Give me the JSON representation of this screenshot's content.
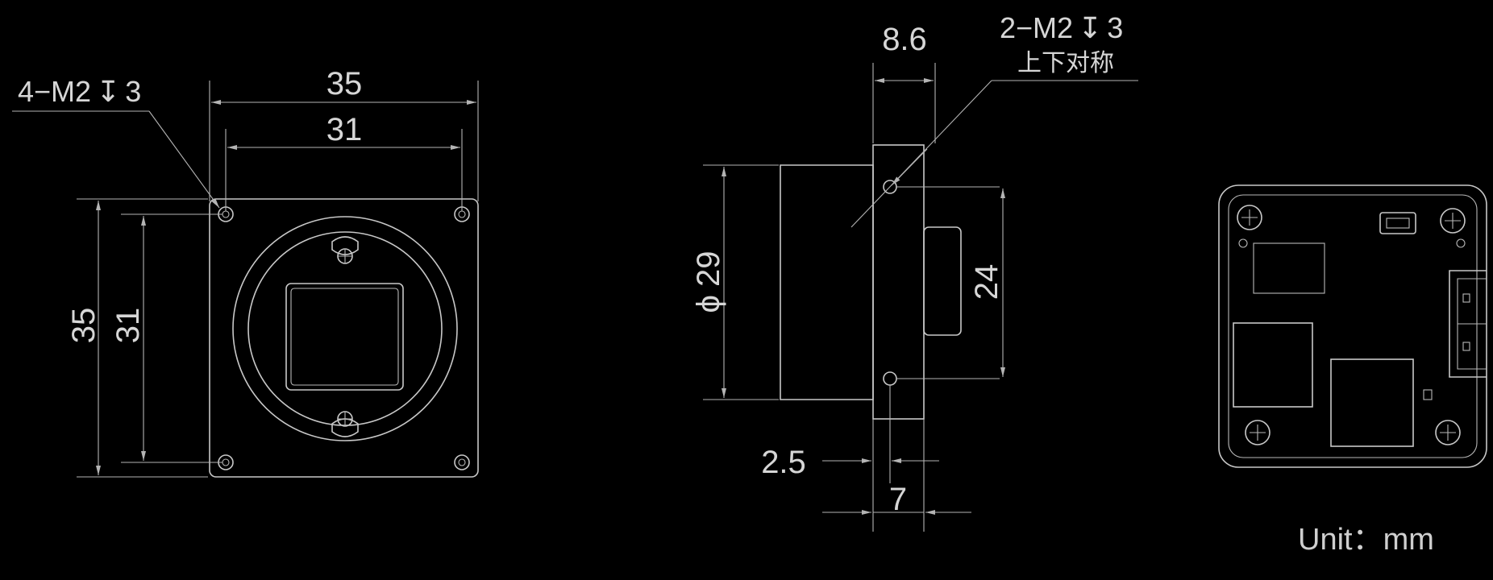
{
  "front_view": {
    "width_outer": "35",
    "width_inner": "31",
    "height_outer": "35",
    "height_inner": "31",
    "hole_note": "4−M2",
    "hole_depth_symbol": "↧",
    "hole_depth": "3"
  },
  "side_view": {
    "flange_thickness": "8.6",
    "hole_note": "2−M2",
    "hole_depth_symbol": "↧",
    "hole_depth": "3",
    "hole_note_sub": "上下对称",
    "lens_diameter_symbol": "ϕ",
    "lens_diameter": "29",
    "hole_spacing": "24",
    "hole_offset": "2.5",
    "body_depth": "7"
  },
  "units": {
    "label": "Unit：mm"
  }
}
